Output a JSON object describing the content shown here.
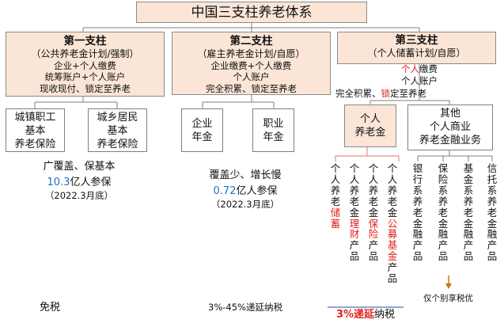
{
  "title": "中国三支柱养老体系",
  "pillar1": {
    "title": "第一支柱",
    "subtitle": "（公共养老金计划/强制）",
    "lines": [
      "企业+个人缴费",
      "统筹账户+个人账户",
      "现收现付、锁定至养老"
    ],
    "sub1": [
      "城镇职工",
      "基本",
      "养老保险"
    ],
    "sub2": [
      "城乡居民",
      "基本",
      "养老保险"
    ],
    "coverage": "广覆盖、保基本",
    "participants_number": "10.3",
    "participants_unit": "亿人参保",
    "date": "（2022.3月底）",
    "tax": "免税"
  },
  "pillar2": {
    "title": "第二支柱",
    "subtitle": "（雇主养老金计划/自愿）",
    "lines": [
      "企业缴费+个人缴费",
      "个人账户",
      "完全积累、锁定至养老"
    ],
    "sub1": [
      "企业",
      "年金"
    ],
    "sub2": [
      "职业",
      "年金"
    ],
    "coverage": "覆盖少、增长慢",
    "participants_number": "0.72",
    "participants_unit": "亿人参保",
    "date": "（2022.3月底）",
    "tax": "3%-45%递延纳税"
  },
  "pillar3": {
    "title": "第三支柱",
    "subtitle": "（个人储蓄计划/自愿）",
    "line1_red": "个人",
    "line1_rest": "缴费",
    "line2": "个人账户",
    "accumulation_a": "完全积累、",
    "accumulation_red": "锁",
    "accumulation_b": "定至养老",
    "sub1": [
      "个人",
      "养老金"
    ],
    "sub2": [
      "其他",
      "个人商业",
      "养老金融业务"
    ],
    "products_a": [
      {
        "black": "个人养老",
        "red": "储蓄",
        "tail": ""
      },
      {
        "black": "个人养老金",
        "red": "理财",
        "tail": "产品"
      },
      {
        "black": "个人养老金",
        "red": "保险",
        "tail": "产品"
      },
      {
        "black": "个人养老金",
        "red": "公募基金",
        "tail": "产品"
      }
    ],
    "products_b": [
      "银行系养老金融产品",
      "保险系养老金融产品",
      "基金系养老金融产品",
      "信托系养老金融产品"
    ],
    "note": "仅个别享税优",
    "tax_red": "3%递延",
    "tax_rest": "纳税"
  },
  "colors": {
    "orange_fill": "#fbe5d6",
    "red": "#e0201c",
    "blue": "#1f6fc0",
    "border": "#7f7f7f"
  }
}
